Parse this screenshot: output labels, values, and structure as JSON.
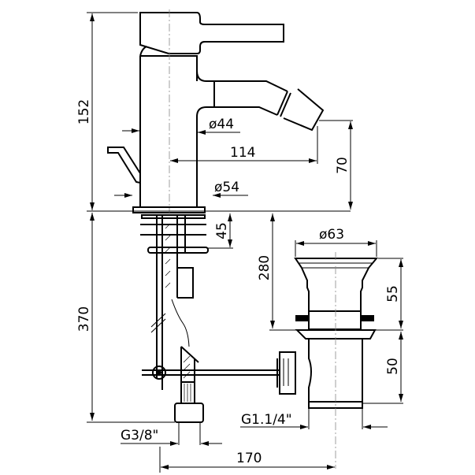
{
  "title": "Bidet mixer technical drawing",
  "dimensions": {
    "total_height": "152",
    "spout_diameter": "ø44",
    "spout_reach": "114",
    "spout_height": "70",
    "body_diameter": "ø54",
    "max_deck_thickness": "45",
    "drain_length": "280",
    "flange_diameter": "ø63",
    "drain_upper": "55",
    "hose_length": "370",
    "drain_lower": "50",
    "drain_thread": "G1.1/4\"",
    "supply_thread": "G3/8\"",
    "center_distance": "170"
  },
  "colors": {
    "line": "#000000",
    "centerline": "#888888",
    "background": "#ffffff"
  }
}
